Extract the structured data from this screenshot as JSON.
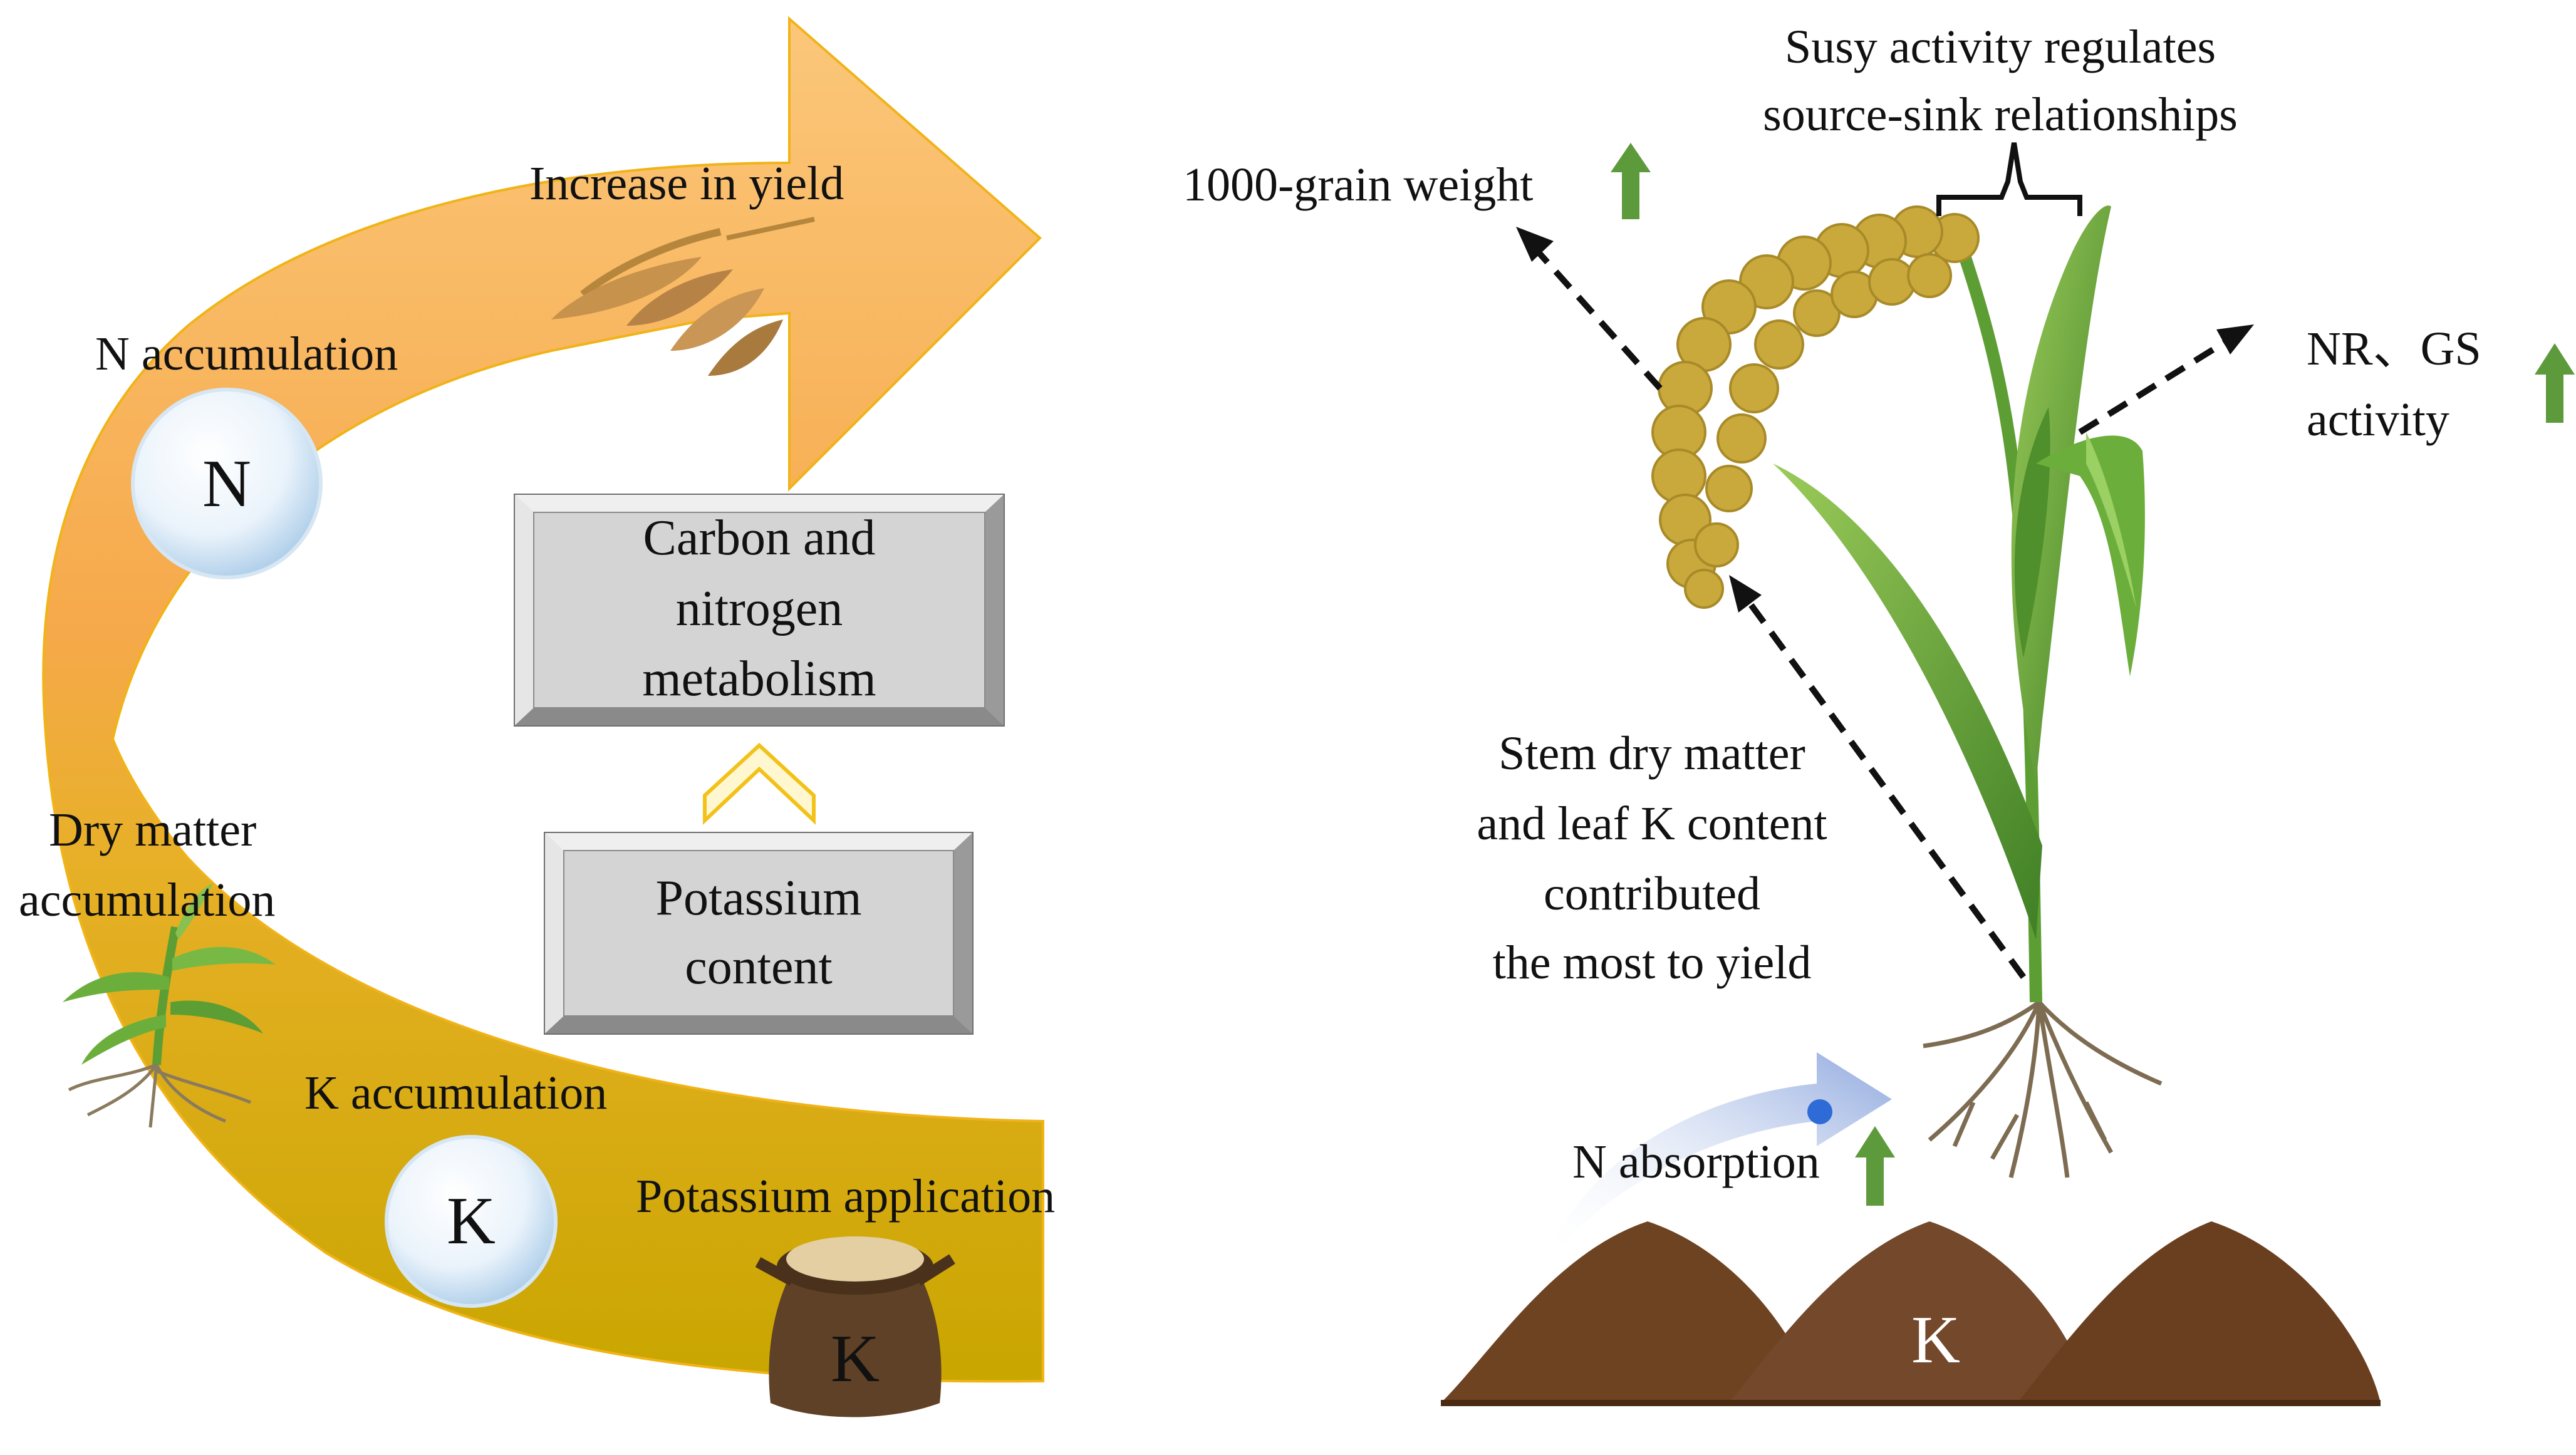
{
  "labels": {
    "increase_in_yield": "Increase in yield",
    "n_accumulation": "N accumulation",
    "n_symbol": "N",
    "dry_matter_1": "Dry matter",
    "dry_matter_2": "accumulation",
    "k_accumulation": "K accumulation",
    "k_symbol": "K",
    "potassium_application": "Potassium application",
    "sack_symbol": "K",
    "carbon_1": "Carbon and",
    "carbon_2": "nitrogen",
    "carbon_3": "metabolism",
    "potassium_content_1": "Potassium",
    "potassium_content_2": "content",
    "susy_1": "Susy activity regulates",
    "susy_2": "source-sink relationships",
    "grain_weight": "1000-grain weight",
    "nr_gs_1": "NR、GS",
    "nr_gs_2": "activity",
    "stem_1": "Stem dry matter",
    "stem_2": "and leaf K content",
    "stem_3": "contributed",
    "stem_4": "the most to yield",
    "n_absorption": "N absorption",
    "soil_symbol": "K"
  },
  "colors": {
    "arrow_top": "#f8b04a",
    "arrow_bottom": "#cfa900",
    "box_fill": "#d4d4d4",
    "up_arrow": "#5d9a3c",
    "soil": "#6e4322",
    "leaf": "#5d9e34",
    "panicle": "#c9a93c"
  }
}
